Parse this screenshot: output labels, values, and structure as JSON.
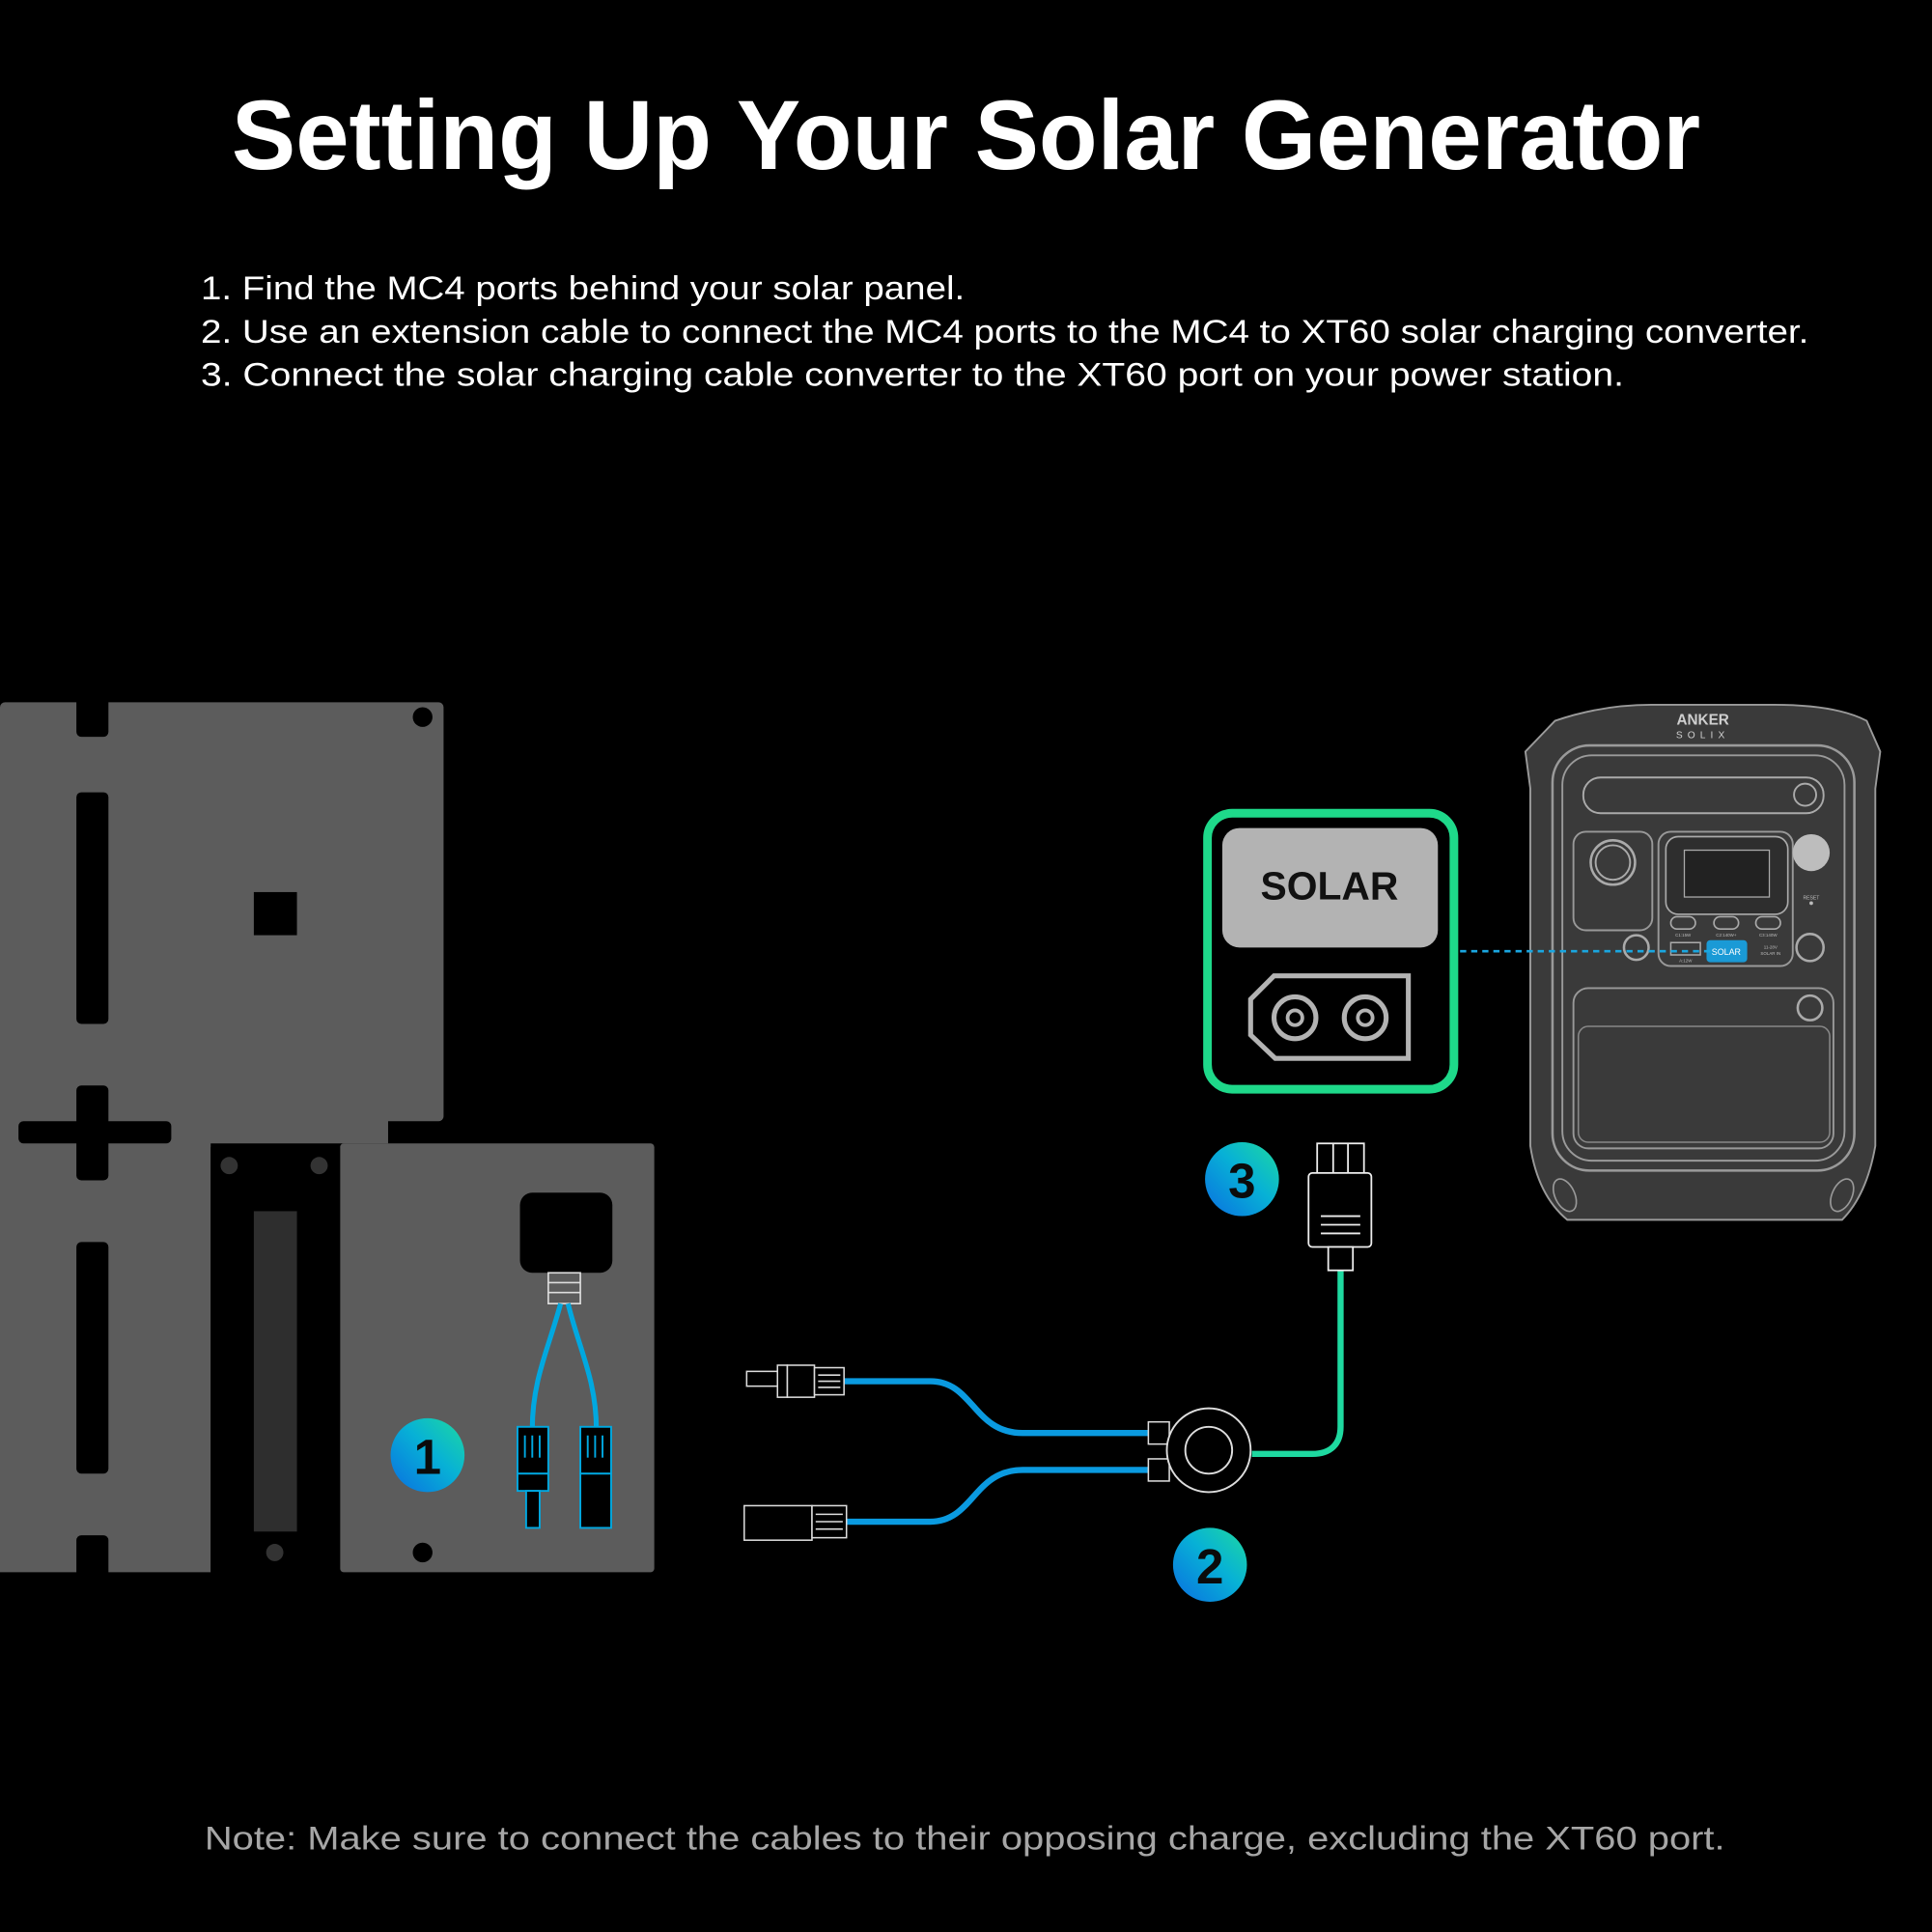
{
  "title": "Setting Up Your Solar Generator",
  "steps": [
    "1. Find the MC4 ports behind your solar panel.",
    "2. Use an extension cable to connect the MC4 ports to the MC4 to XT60 solar charging converter.",
    "3. Connect the solar charging cable converter to the XT60 port on your power station."
  ],
  "note": "Note: Make sure to connect the cables to their opposing charge, excluding the XT60 port.",
  "badges": [
    "1",
    "2",
    "3"
  ],
  "solar_callout": {
    "label": "SOLAR"
  },
  "power_station": {
    "brand": "ANKER",
    "sub_brand": "SOLIX",
    "reset_label": "RESET",
    "port_labels": [
      "C1:15W",
      "C2:140W+",
      "C3:140W",
      "A:12W"
    ],
    "solar_port_label": "SOLAR",
    "solar_in_label": [
      "11-28V",
      "SOLAR IN"
    ]
  },
  "colors": {
    "background": "#000000",
    "panel": "#5c5c5c",
    "cable_blue": "#00a3df",
    "cable_green": "#1ed98a",
    "callout_border": "#1ed98a",
    "badge_gradient": [
      "#0a84e0",
      "#1ed9a0"
    ]
  }
}
